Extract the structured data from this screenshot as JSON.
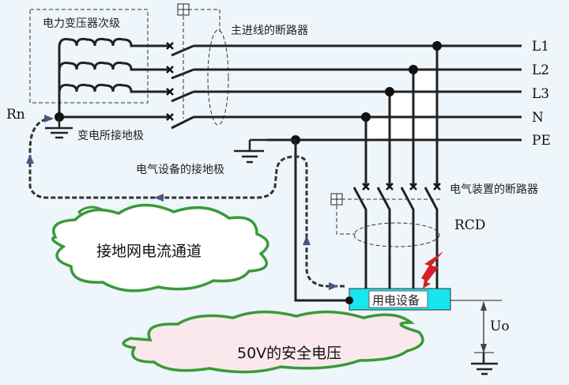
{
  "title": "TN-S系统中RCD保护与接地网电流通道示意图",
  "labels": {
    "transformer_secondary": "电力变压器次级",
    "main_breaker": "主进线的断路器",
    "substation_ground": "变电所接地极",
    "rn": "Rn",
    "equipment_ground": "电气设备的接地极",
    "device_breaker": "电气装置的断路器",
    "rcd": "RCD",
    "equipment": "用电设备",
    "uo": "Uo",
    "cloud_ground_path": "接地网电流通道",
    "cloud_safe_voltage": "50V的安全电压"
  },
  "lines": [
    "L1",
    "L2",
    "L3",
    "N",
    "PE"
  ],
  "colors": {
    "background": "#eef6fb",
    "wire": "#222222",
    "cloud_outline": "#3a9a3a",
    "cloud1_fill": "#ffffff",
    "cloud2_fill": "#fbe8ec",
    "equipment_fill": "#17e6ef",
    "fault_arrow": "#d42020",
    "path_arrow": "#4a5580"
  }
}
